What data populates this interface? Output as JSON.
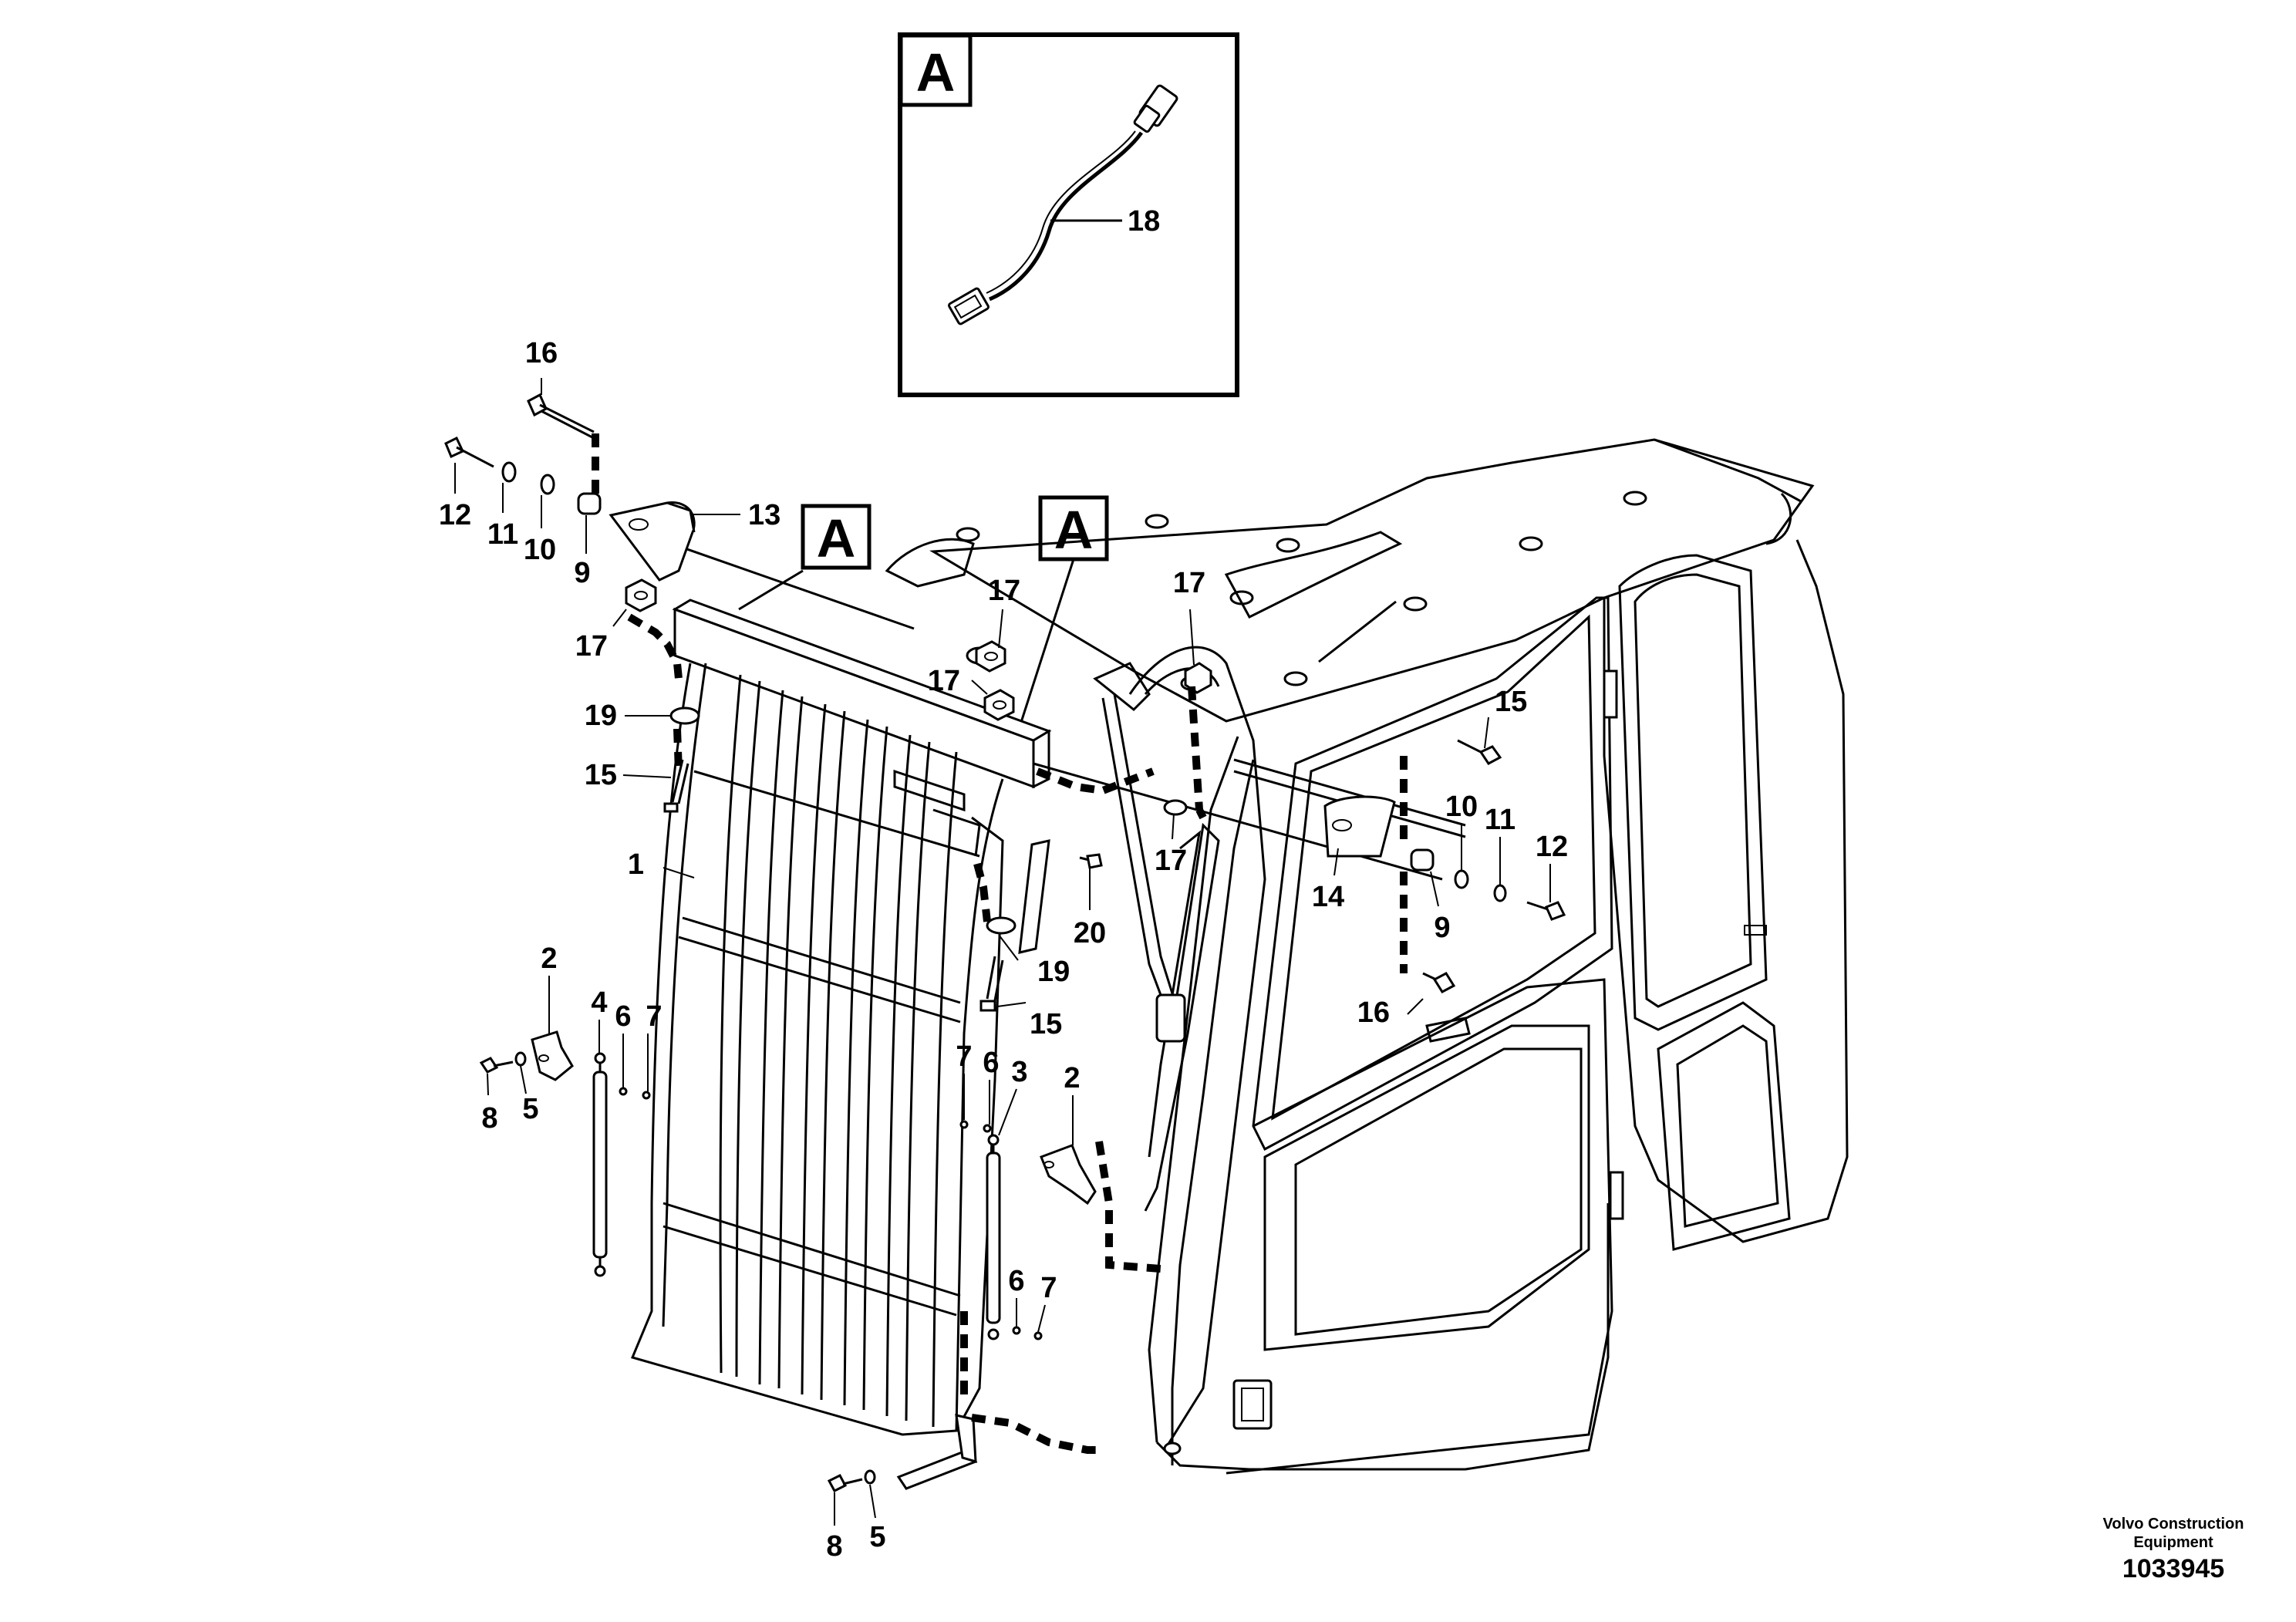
{
  "detail_box": {
    "letter": "A",
    "item": "18"
  },
  "callouts": {
    "c1": "A",
    "c2": "A"
  },
  "labels": {
    "l16a": "16",
    "l12a": "12",
    "l11a": "11",
    "l10a": "10",
    "l9a": "9",
    "l13": "13",
    "l17a": "17",
    "l17b": "17",
    "l17c": "17",
    "l17d": "17",
    "l17e": "17",
    "l19a": "19",
    "l15a": "15",
    "l1": "1",
    "l20": "20",
    "l19b": "19",
    "l15b": "15",
    "l15c": "15",
    "l10b": "10",
    "l11b": "11",
    "l12b": "12",
    "l14": "14",
    "l9b": "9",
    "l16b": "16",
    "l2a": "2",
    "l4": "4",
    "l6a": "6",
    "l7a": "7",
    "l8a": "8",
    "l5a": "5",
    "l7b": "7",
    "l6b": "6",
    "l3": "3",
    "l2b": "2",
    "l6c": "6",
    "l7c": "7",
    "l8b": "8",
    "l5b": "5"
  },
  "footer": {
    "company_line1": "Volvo Construction",
    "company_line2": "Equipment",
    "code": "1033945"
  }
}
